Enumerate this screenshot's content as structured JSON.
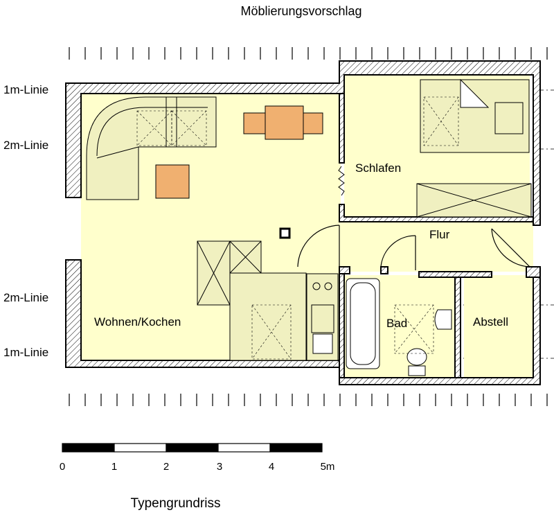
{
  "title": "Möblierungsvorschlag",
  "subtitle": "Typengrundriss",
  "roof_lines": {
    "top_1m": "1m-Linie",
    "top_2m": "2m-Linie",
    "bottom_2m": "2m-Linie",
    "bottom_1m": "1m-Linie"
  },
  "rooms": {
    "living": "Wohnen/Kochen",
    "sleeping": "Schlafen",
    "hall": "Flur",
    "bath": "Bad",
    "storage": "Abstell"
  },
  "scale_bar": {
    "ticks": [
      "0",
      "1",
      "2",
      "3",
      "4",
      "5m"
    ]
  },
  "colors": {
    "floor": "#ffffcc",
    "wall": "#000000",
    "furniture_fill": "#f0f0c0",
    "table": "#f0b070",
    "wall_hatch": "#f0f0f0"
  }
}
